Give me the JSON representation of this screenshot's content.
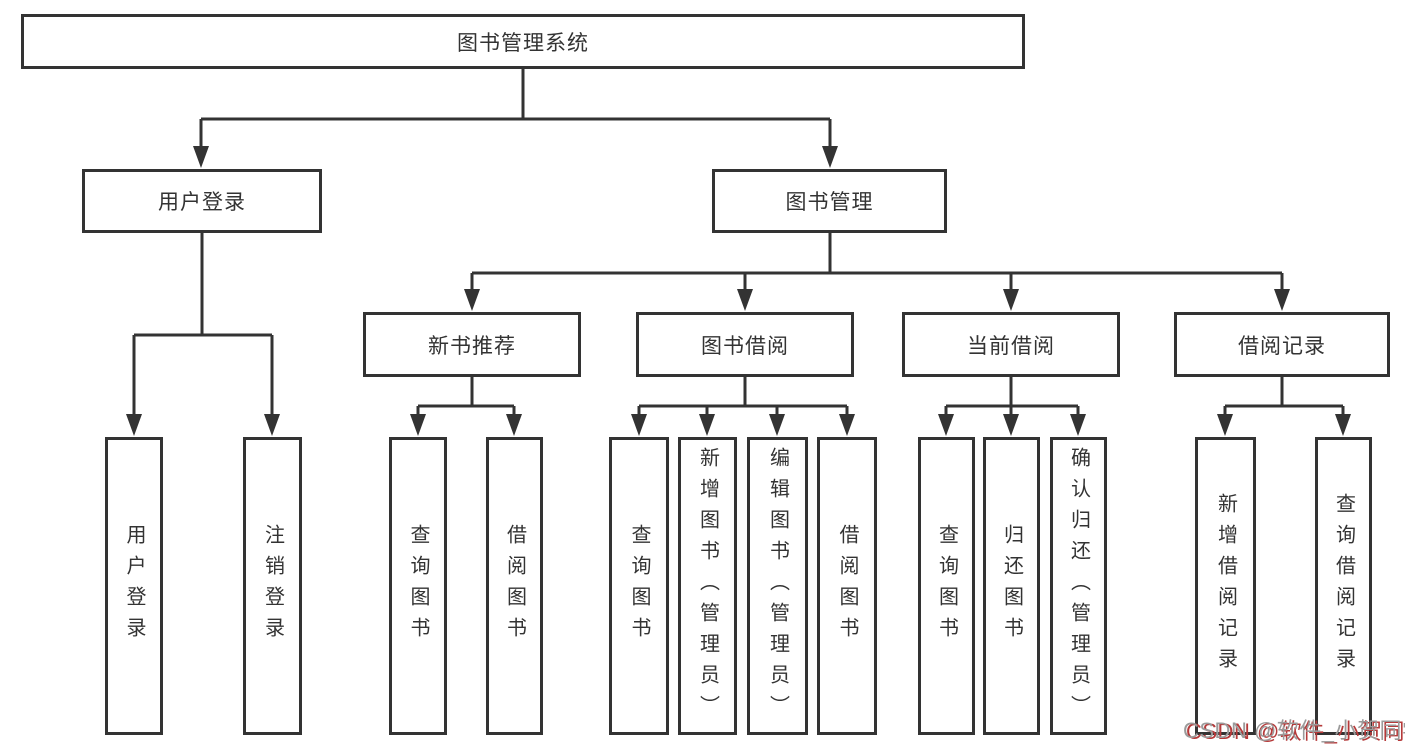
{
  "tree": {
    "root": {
      "label": "图书管理系统"
    },
    "user_login": {
      "label": "用户登录",
      "children": [
        {
          "label": "用户登录"
        },
        {
          "label": "注销登录"
        }
      ]
    },
    "book_management": {
      "label": "图书管理",
      "children": [
        {
          "label": "新书推荐",
          "children": [
            {
              "label": "查询图书"
            },
            {
              "label": "借阅图书"
            }
          ]
        },
        {
          "label": "图书借阅",
          "children": [
            {
              "label": "查询图书"
            },
            {
              "label": "新增图书（管理员）"
            },
            {
              "label": "编辑图书（管理员）"
            },
            {
              "label": "借阅图书"
            }
          ]
        },
        {
          "label": "当前借阅",
          "children": [
            {
              "label": "查询图书"
            },
            {
              "label": "归还图书"
            },
            {
              "label": "确认归还（管理员）"
            }
          ]
        },
        {
          "label": "借阅记录",
          "children": [
            {
              "label": "新增借阅记录"
            },
            {
              "label": "查询借阅记录"
            }
          ]
        }
      ]
    }
  },
  "watermark": {
    "text": "CSDN @软件_小贺同学"
  },
  "colors": {
    "line_color": "#333333",
    "box_border": "#333333",
    "box_fill": "#ffffff",
    "text_color": "#333333",
    "background": "#ffffff",
    "watermark_text": "#9b9b9b",
    "watermark_shadow": "#b53a3a"
  }
}
